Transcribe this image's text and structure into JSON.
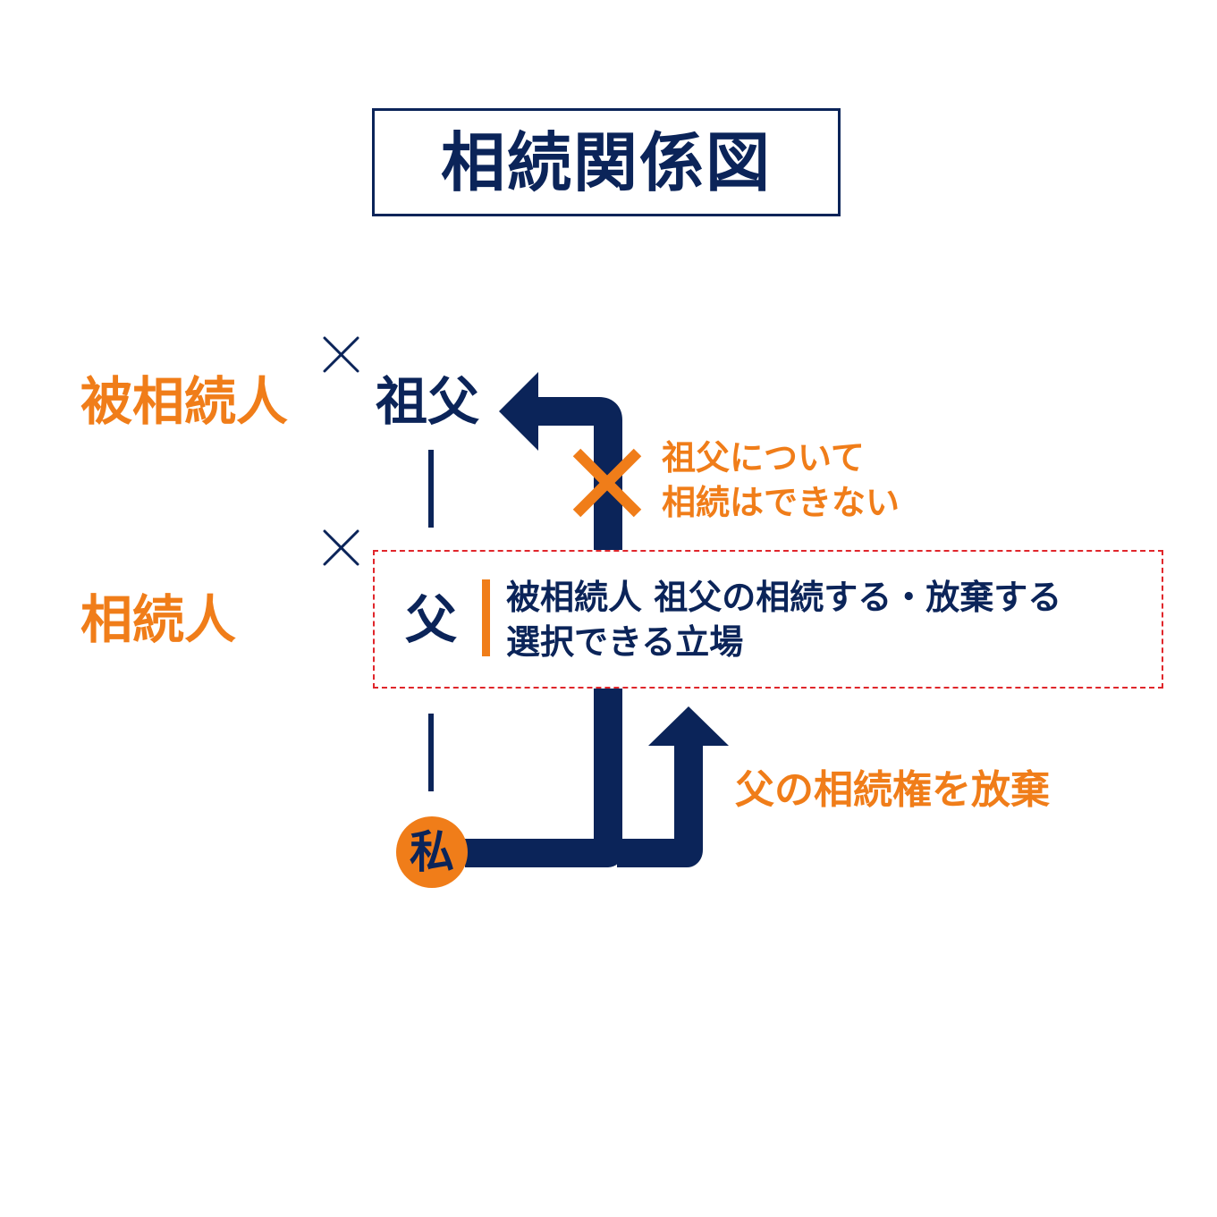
{
  "title": "相続関係図",
  "roles": {
    "deceased": "被相続人",
    "heir": "相続人"
  },
  "nodes": {
    "grandfather": "祖父",
    "father": "父",
    "me": "私"
  },
  "father_note": {
    "line1": "被相続人 祖父の相続する・放棄する",
    "line2": "選択できる立場"
  },
  "cross_note": {
    "line1": "祖父について",
    "line2": "相続はできない"
  },
  "renounce_note": "父の相続権を放棄",
  "colors": {
    "navy": "#0b2459",
    "orange": "#f07d19",
    "red_dashed": "#e0262b"
  }
}
